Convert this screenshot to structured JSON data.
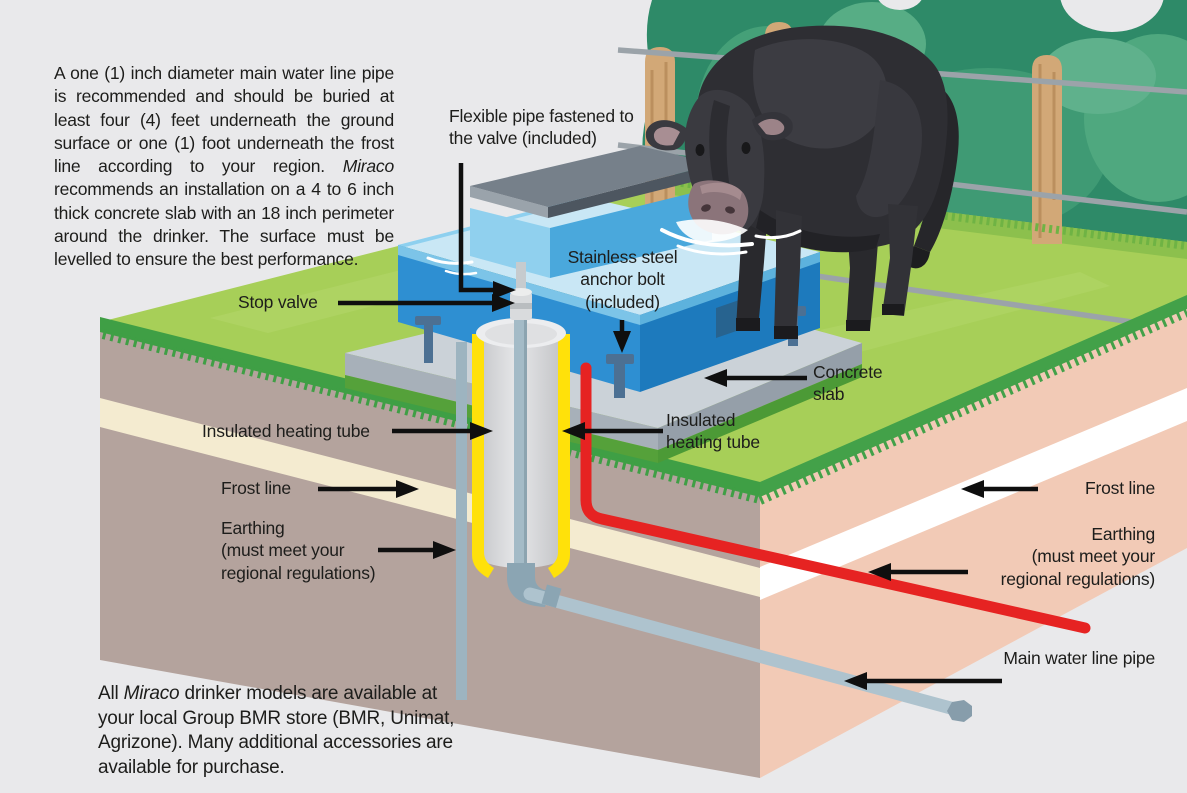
{
  "emphasis_word": "Miraco",
  "intro_paragraph": "A one (1) inch diameter main water line pipe is recommended and should be buried at least four (4) feet underneath the ground surface or one (1) foot underneath the frost line according to your region. Miraco recommends an installation on a 4 to 6 inch thick concrete slab with an 18 inch perimeter around the drinker. The surface must be levelled to ensure the best performance.",
  "footer_paragraph": "All Miraco drinker models are available at your local Group BMR store (BMR, Unimat, Agrizone). Many additional accessories are available for purchase.",
  "labels": {
    "flexible_pipe": [
      "Flexible pipe fastened to",
      "the valve (included)"
    ],
    "stop_valve": "Stop valve",
    "anchor_bolt": [
      "Stainless steel",
      "anchor bolt",
      "(included)"
    ],
    "concrete_slab": [
      "Concrete",
      "slab"
    ],
    "insulated_heating_tube_left": "Insulated heating tube",
    "insulated_heating_tube_mid": [
      "Insulated",
      "heating tube"
    ],
    "frost_line_left": "Frost line",
    "frost_line_right": "Frost line",
    "earthing_left": [
      "Earthing",
      "(must meet your",
      "regional regulations)"
    ],
    "earthing_right": [
      "Earthing",
      "(must meet your",
      "regional regulations)"
    ],
    "main_water_line_pipe": "Main water line pipe"
  },
  "colors": {
    "background": "#e9e9eb",
    "bush_green": "#2e8a68",
    "grass_green": "#a7cf58",
    "grass_fringe_green": "#3f9f45",
    "soil_left_face": "#b4a39d",
    "soil_right_face": "#f2cab6",
    "frost_line_cream": "#f4ebd0",
    "frost_line_white": "#ffffff",
    "concrete_gray": "#cbd2d8",
    "drinker_blue": "#2e8fd2",
    "drinker_blue_dark": "#1d7abd",
    "water_blue": "#c9e7f5",
    "lid_gray": "#76808a",
    "insulation_yellow": "#ffe10a",
    "tube_gray": "#d5d6d8",
    "pipe_gray_blue": "#aec3ce",
    "heating_cable_red": "#e62322",
    "cow_black": "#2e2e33",
    "fence_wood": "#d2a877",
    "wire_gray": "#9ba3a9",
    "text": "#1d1d1b"
  }
}
